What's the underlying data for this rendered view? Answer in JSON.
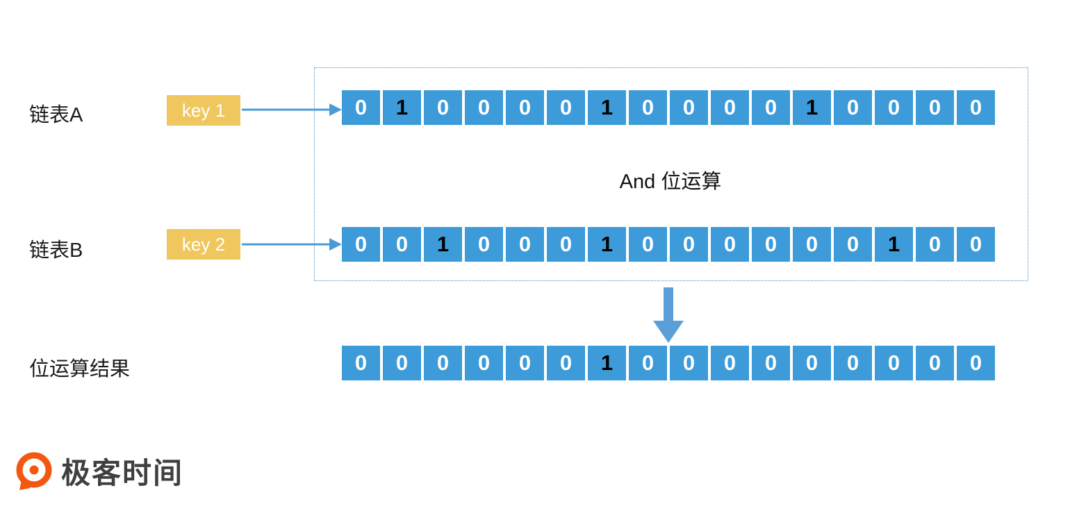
{
  "operation_label": "And 位运算",
  "rows": {
    "a": {
      "label": "链表A",
      "key": "key 1",
      "bits": [
        "0",
        "1",
        "0",
        "0",
        "0",
        "0",
        "1",
        "0",
        "0",
        "0",
        "0",
        "1",
        "0",
        "0",
        "0",
        "0"
      ]
    },
    "b": {
      "label": "链表B",
      "key": "key 2",
      "bits": [
        "0",
        "0",
        "1",
        "0",
        "0",
        "0",
        "1",
        "0",
        "0",
        "0",
        "0",
        "0",
        "0",
        "1",
        "0",
        "0"
      ]
    },
    "result": {
      "label": "位运算结果",
      "bits": [
        "0",
        "0",
        "0",
        "0",
        "0",
        "0",
        "1",
        "0",
        "0",
        "0",
        "0",
        "0",
        "0",
        "0",
        "0",
        "0"
      ]
    }
  },
  "logo": {
    "text": "极客时间"
  },
  "colors": {
    "cell_blue": "#3c9bd8",
    "key_yellow": "#efc75e",
    "arrow_blue": "#4a9ad6",
    "down_arrow_blue": "#5b9fd9",
    "dotted_border_blue": "#4a8fc7",
    "bit_one_text": "#000000",
    "bit_zero_text": "#ffffff",
    "logo_orange": "#f4570f"
  }
}
